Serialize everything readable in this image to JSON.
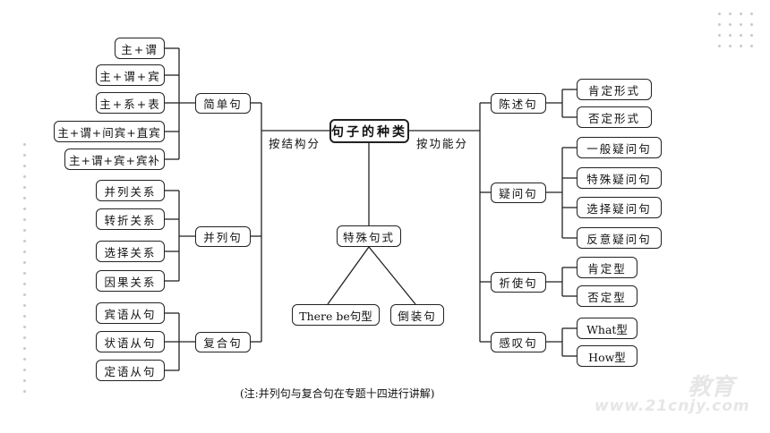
{
  "root": "句子的种类",
  "branch_labels": {
    "structure": "按结构分",
    "function": "按功能分"
  },
  "left": {
    "simple": {
      "label": "简单句",
      "items": [
        "主+谓",
        "主+谓+宾",
        "主+系+表",
        "主+谓+间宾+直宾",
        "主+谓+宾+宾补"
      ]
    },
    "compound": {
      "label": "并列句",
      "items": [
        "并列关系",
        "转折关系",
        "选择关系",
        "因果关系"
      ]
    },
    "complex": {
      "label": "复合句",
      "items": [
        "宾语从句",
        "状语从句",
        "定语从句"
      ]
    }
  },
  "center": {
    "label": "特殊句式",
    "items": [
      "There be句型",
      "倒装句"
    ]
  },
  "right": {
    "declarative": {
      "label": "陈述句",
      "items": [
        "肯定形式",
        "否定形式"
      ]
    },
    "interrogative": {
      "label": "疑问句",
      "items": [
        "一般疑问句",
        "特殊疑问句",
        "选择疑问句",
        "反意疑问句"
      ]
    },
    "imperative": {
      "label": "祈使句",
      "items": [
        "肯定型",
        "否定型"
      ]
    },
    "exclamatory": {
      "label": "感叹句",
      "items": [
        "What型",
        "How型"
      ]
    }
  },
  "note": "(注:并列句与复合句在专题十四进行讲解)",
  "watermark": {
    "brand": "教育",
    "url": "www.21cnjy.com"
  }
}
